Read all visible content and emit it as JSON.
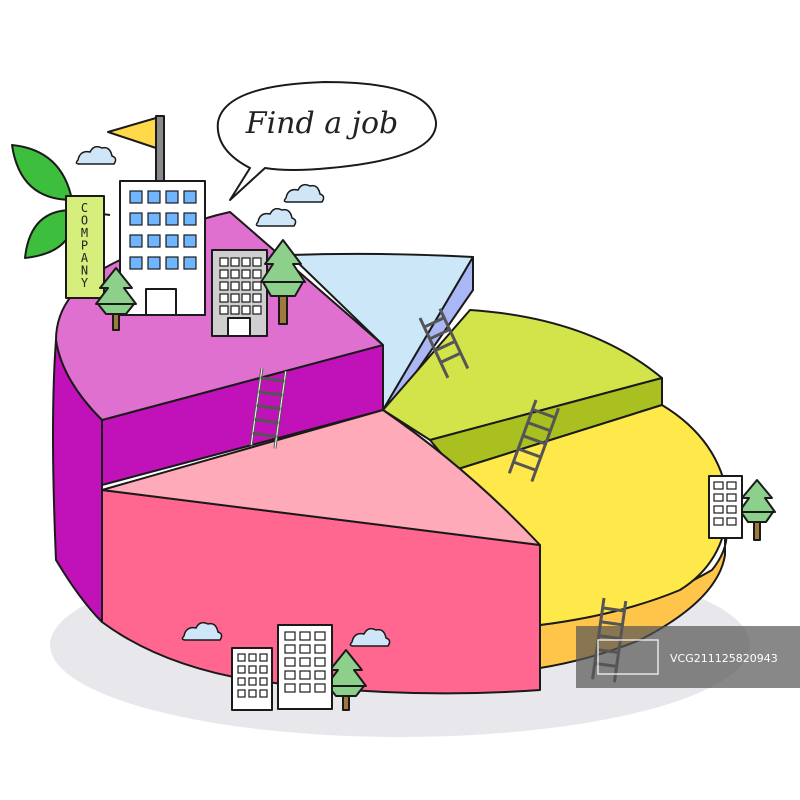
{
  "speech_bubble": {
    "text": "Find a job"
  },
  "company_sign": {
    "text": "COMPANY"
  },
  "watermark": {
    "text": "VCG211125820943"
  },
  "colors": {
    "magenta_top": "#e070d0",
    "magenta_side": "#c012b8",
    "light_blue": "#cce8f8",
    "blue_side": "#a9b8f4",
    "green_top": "#d3e34a",
    "green_side": "#a9c020",
    "yellow_top": "#ffe84a",
    "yellow_side": "#ffc44a",
    "pink_top": "#ffaab8",
    "pink_side": "#ff6690",
    "shadow": "#e8e8ec",
    "leaf": "#3dbe3d",
    "sign": "#d6ee7c",
    "flag": "#ffd94a",
    "tree": "#8cd08c",
    "trunk": "#a07840"
  }
}
